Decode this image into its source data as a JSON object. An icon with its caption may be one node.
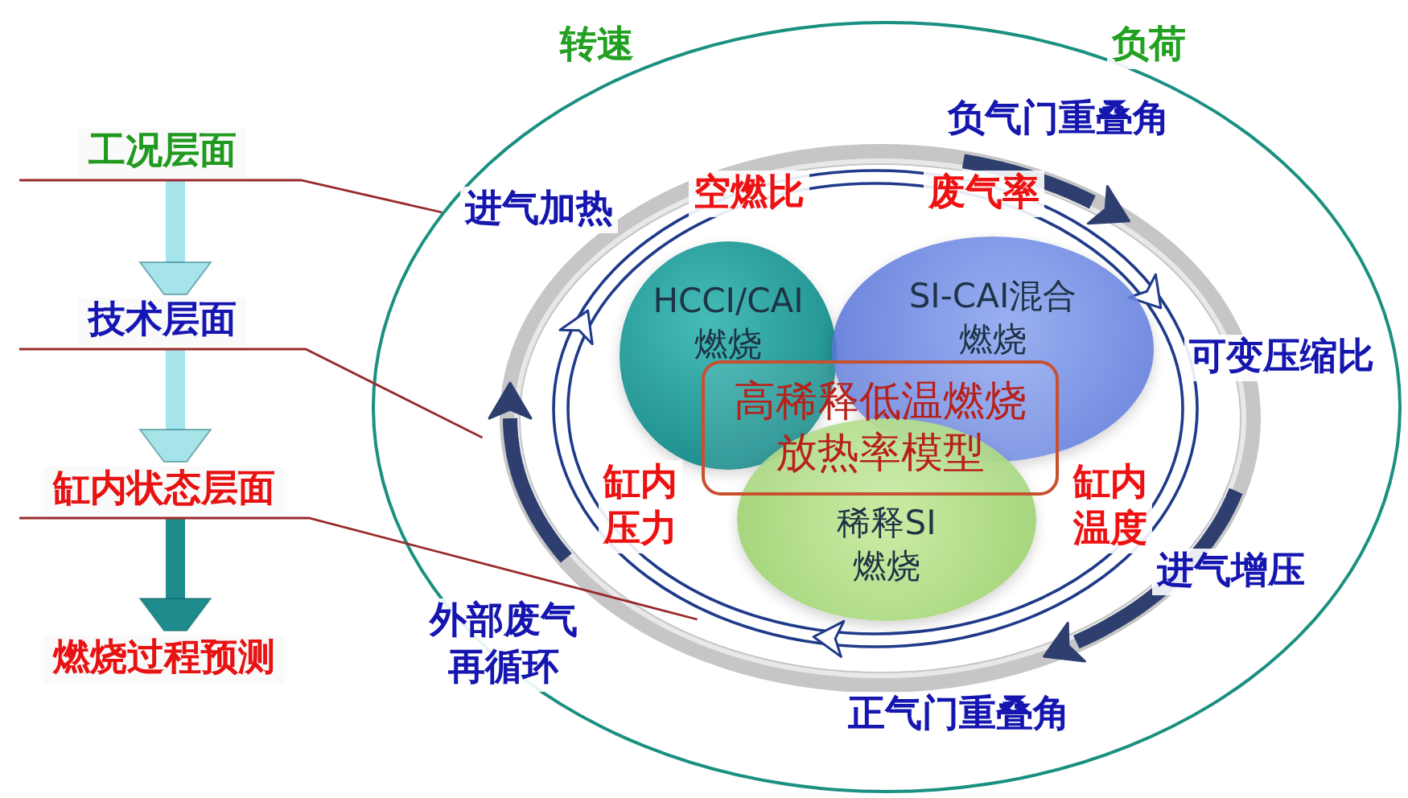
{
  "diagram": {
    "nodes": [
      {
        "text": [
          "工况层面"
        ]
      },
      {
        "text": [
          "技术层面"
        ]
      },
      {
        "text": [
          "缸内状态层面"
        ]
      },
      {
        "text": [
          "燃烧过程预测"
        ]
      },
      {
        "text": [],
        "shape": "ellipse"
      },
      {
        "text": [],
        "shape": "ring",
        "in": 4
      },
      {
        "text": [],
        "shape": "ring",
        "in": 5
      },
      {
        "text": [
          "HCCI/CAI燃烧"
        ],
        "in": 6
      },
      {
        "text": [
          "SI-CAI混合燃烧"
        ],
        "in": 6
      },
      {
        "text": [
          "稀释SI燃烧"
        ],
        "in": 6
      },
      {
        "text": [
          "高稀释低温燃烧放热率模型"
        ],
        "in": 6
      }
    ],
    "edges": [
      {
        "from": 0,
        "to": 1,
        "arrow": "to",
        "style": "thick",
        "color": "#a6e4ea"
      },
      {
        "from": 1,
        "to": 2,
        "arrow": "to",
        "style": "thick",
        "color": "#a6e4ea"
      },
      {
        "from": 2,
        "to": 3,
        "arrow": "to",
        "style": "thick",
        "color": "#1e8c8c"
      },
      {
        "from": 0,
        "to": 4,
        "arrow": "none",
        "color": "#9a2a2a"
      },
      {
        "from": 1,
        "to": 5,
        "arrow": "none",
        "color": "#9a2a2a"
      },
      {
        "from": 2,
        "to": 6,
        "arrow": "none",
        "color": "#9a2a2a"
      }
    ],
    "labels": [
      "转速",
      "负荷",
      "负气门重叠角",
      "进气加热",
      "空燃比",
      "废气率",
      "可变压缩比",
      "缸内压力",
      "缸内温度",
      "外部废气再循环",
      "进气增压",
      "正气门重叠角"
    ]
  }
}
